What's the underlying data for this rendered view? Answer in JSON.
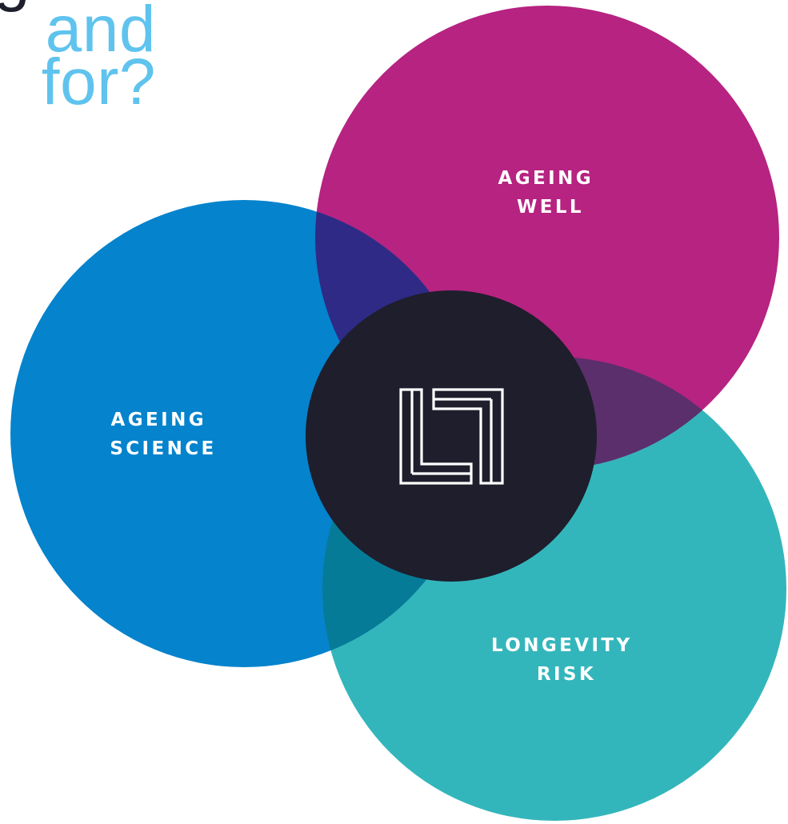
{
  "heading": {
    "line1": "ngress",
    "line2": "and",
    "line3": "for?"
  },
  "circles": {
    "ageing_well": {
      "label_line1": "AGEING",
      "label_line2": "WELL",
      "color": "#b62381"
    },
    "ageing_science": {
      "label_line1": "AGEING",
      "label_line2": "SCIENCE",
      "color": "#0583cc"
    },
    "longevity_risk": {
      "label_line1": "LONGEVITY",
      "label_line2": "RISK",
      "color": "#33b6bb"
    },
    "center": {
      "color": "#1e1e2c",
      "logo_icon": "ls-monogram-logo"
    }
  },
  "overlaps": {
    "science_well": "#2e2a85",
    "well_risk": "#5b2f6b",
    "science_risk": "#067b98"
  },
  "heading_colors": {
    "dark": "#1e1f2c",
    "accent": "#5fc3ee"
  }
}
